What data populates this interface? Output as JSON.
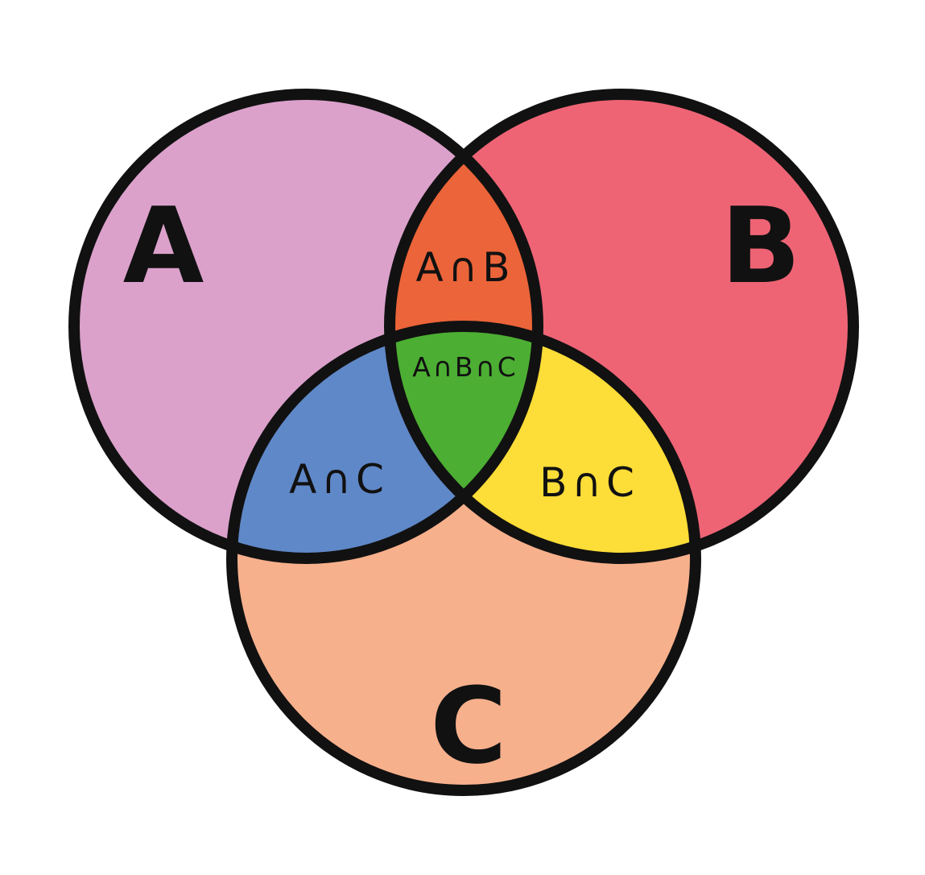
{
  "diagram": {
    "sets": [
      {
        "id": "A",
        "label": "A",
        "color": "#DBA1CB"
      },
      {
        "id": "B",
        "label": "B",
        "color": "#EE6475"
      },
      {
        "id": "C",
        "label": "C",
        "color": "#F7B08C"
      }
    ],
    "regions": {
      "ab": {
        "label": "A∩B",
        "color": "#EC6439"
      },
      "ac": {
        "label": "A∩C",
        "color": "#5F88C8"
      },
      "bc": {
        "label": "B∩C",
        "color": "#FDDD37"
      },
      "abc": {
        "label": "A∩B∩C",
        "color": "#4CAE33"
      }
    },
    "outline_color": "#111111",
    "background": "#FFFFFF"
  }
}
